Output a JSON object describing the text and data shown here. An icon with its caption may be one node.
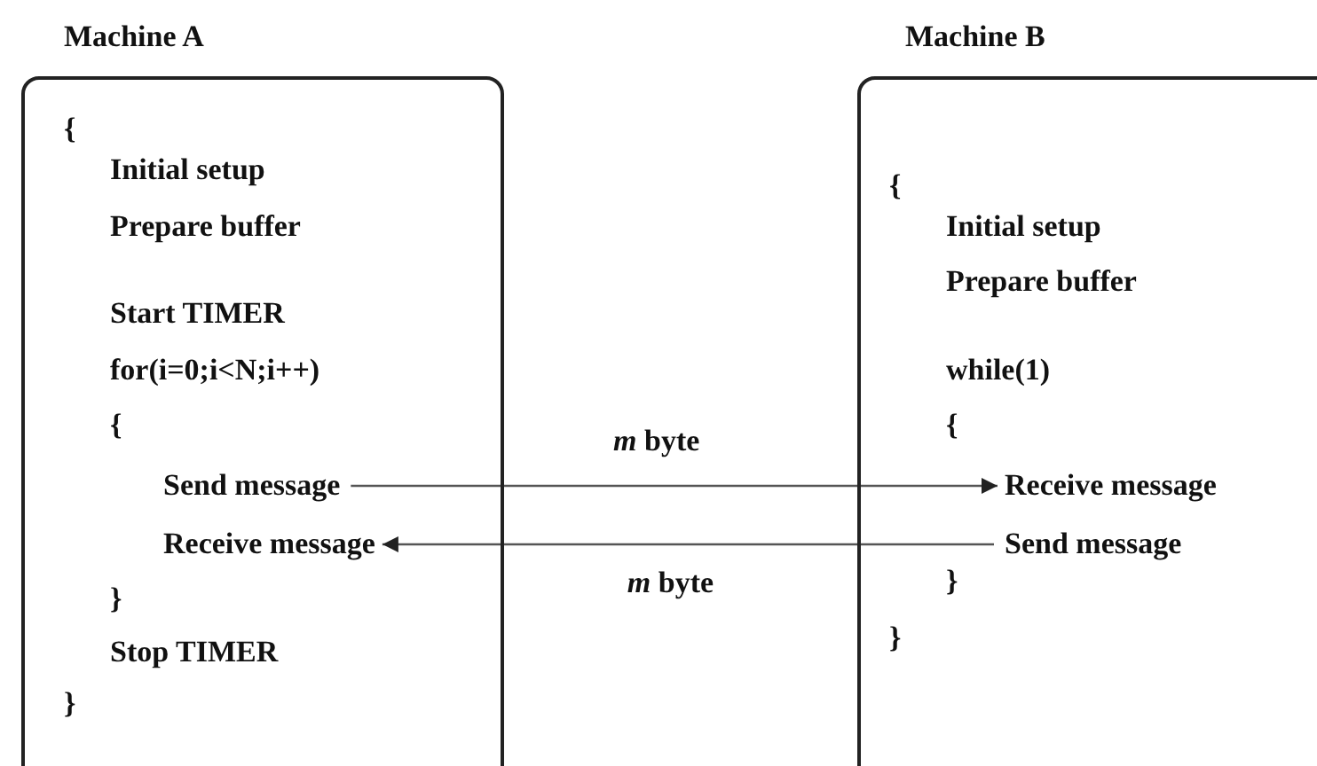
{
  "diagram": {
    "nodes": [
      {
        "text": [
          "Machine A",
          "{",
          "Initial setup",
          "Prepare buffer",
          "Start TIMER",
          "for(i=0;i<N;i++)",
          "{",
          "}",
          "Stop TIMER",
          "}"
        ]
      },
      {
        "text": [
          "Send message"
        ],
        "in": 0
      },
      {
        "text": [
          "Receive message"
        ],
        "in": 0
      },
      {
        "text": [
          "Machine B",
          "{",
          "Initial setup",
          "Prepare buffer",
          "while(1)",
          "{",
          "}",
          "}"
        ]
      },
      {
        "text": [
          "Receive message"
        ],
        "in": 3
      },
      {
        "text": [
          "Send message"
        ],
        "in": 3
      }
    ],
    "edges": [
      {
        "from": 1,
        "to": 4,
        "arrow": "to",
        "label": "*m* byte"
      },
      {
        "from": 5,
        "to": 2,
        "arrow": "to",
        "label": "*m* byte"
      }
    ]
  }
}
